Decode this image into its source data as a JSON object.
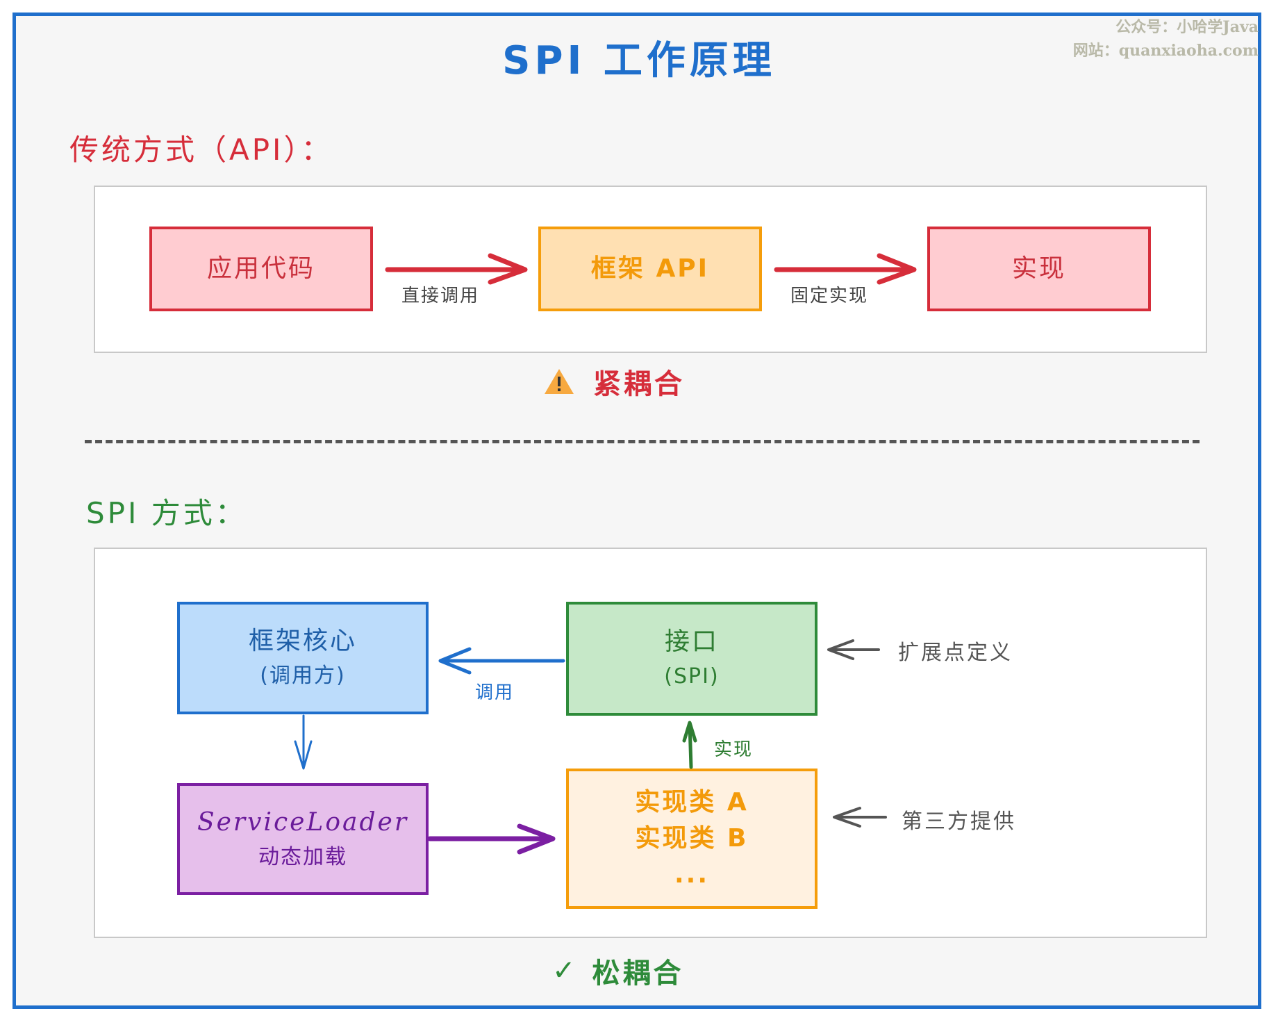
{
  "title": "SPI 工作原理",
  "watermark": {
    "line1": "公众号：小哈学Java",
    "line2": "网站：quanxiaoha.com"
  },
  "colors": {
    "frame": "#1f6fcc",
    "title": "#1f6fcc",
    "api_accent": "#d62d3a",
    "spi_accent": "#2e8b3a",
    "divider": "#555555"
  },
  "traditional": {
    "heading": "传统方式（API）：",
    "nodes": {
      "app_code": "应用代码",
      "framework_api": "框架 API",
      "implementation": "实现"
    },
    "edges": {
      "direct_call": "直接调用",
      "fixed_impl": "固定实现"
    },
    "result_icon": "warning-icon",
    "result_icon_glyph": "⚠",
    "result_label": "紧耦合"
  },
  "spi": {
    "heading": "SPI 方式：",
    "nodes": {
      "framework_core": {
        "title": "框架核心",
        "subtitle": "(调用方)"
      },
      "interface": {
        "title": "接口",
        "subtitle": "(SPI)"
      },
      "service_loader": {
        "title": "ServiceLoader",
        "subtitle": "动态加载"
      },
      "impl_classes": {
        "line1": "实现类 A",
        "line2": "实现类 B",
        "line3": "..."
      }
    },
    "edges": {
      "call": "调用",
      "implements": "实现"
    },
    "annotations": {
      "extension_point": "扩展点定义",
      "third_party": "第三方提供"
    },
    "result_icon": "check-icon",
    "result_icon_glyph": "✓",
    "result_label": "松耦合"
  }
}
